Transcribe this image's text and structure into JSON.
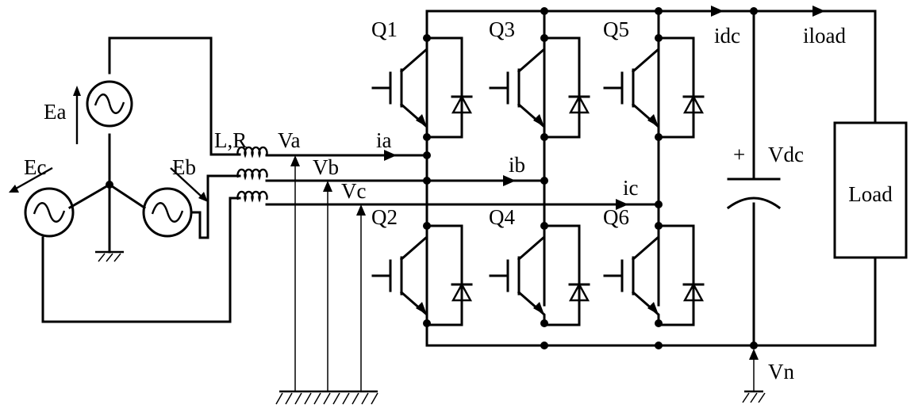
{
  "source_labels": {
    "ea": "Ea",
    "eb": "Eb",
    "ec": "Ec"
  },
  "inductor_label": "L,R",
  "phase_voltages": {
    "va": "Va",
    "vb": "Vb",
    "vc": "Vc"
  },
  "phase_currents": {
    "ia": "ia",
    "ib": "ib",
    "ic": "ic"
  },
  "switches": [
    "Q1",
    "Q2",
    "Q3",
    "Q4",
    "Q5",
    "Q6"
  ],
  "dc_labels": {
    "idc": "idc",
    "iload": "iload",
    "plus": "+",
    "vdc": "Vdc",
    "vn": "Vn"
  },
  "load_label": "Load"
}
